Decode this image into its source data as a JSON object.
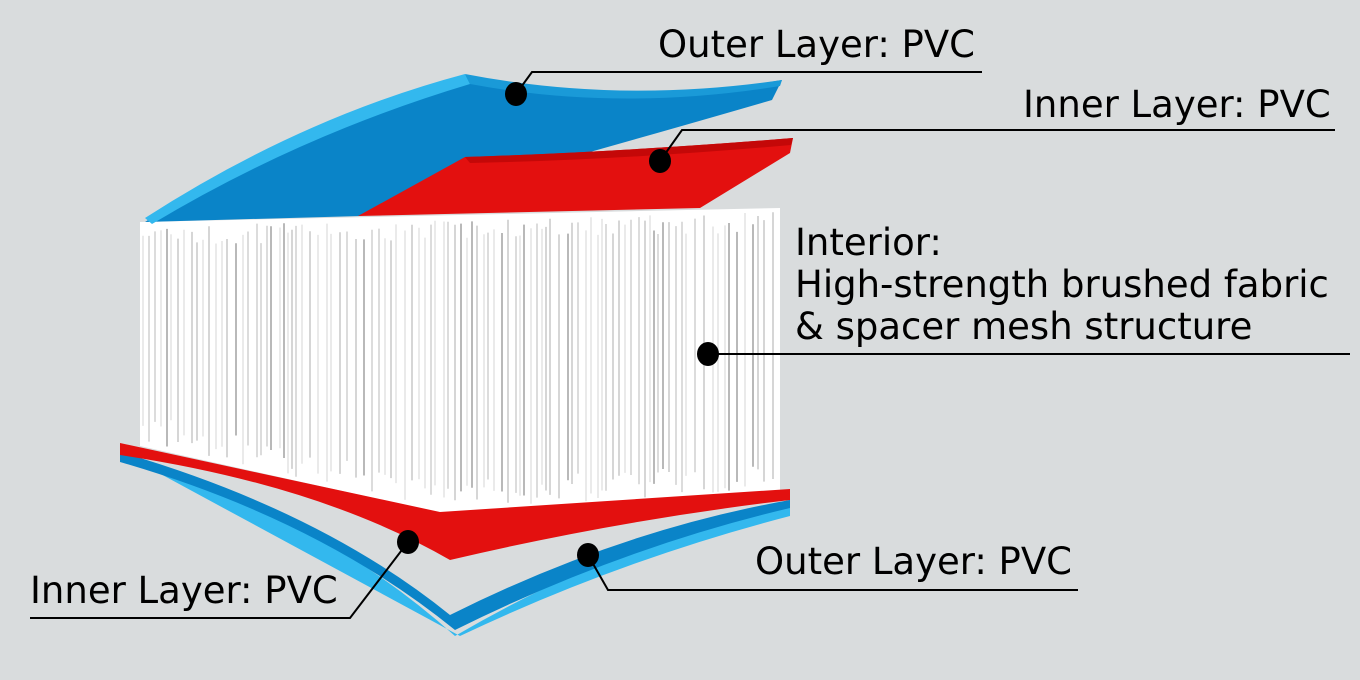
{
  "labels": {
    "outer_top": "Outer Layer: PVC",
    "inner_top": "Inner Layer: PVC",
    "interior_title": "Interior:",
    "interior_line1": "High-strength brushed fabric",
    "interior_line2": "& spacer mesh structure",
    "inner_bottom": "Inner Layer: PVC",
    "outer_bottom": "Outer Layer: PVC"
  },
  "colors": {
    "background": "#d9dcdd",
    "pvc_outer": "#0a84c8",
    "pvc_outer_edge": "#33b8ee",
    "pvc_inner": "#e3100f",
    "mesh": "#ffffff",
    "mesh_shadow": "#b9b9b9"
  }
}
